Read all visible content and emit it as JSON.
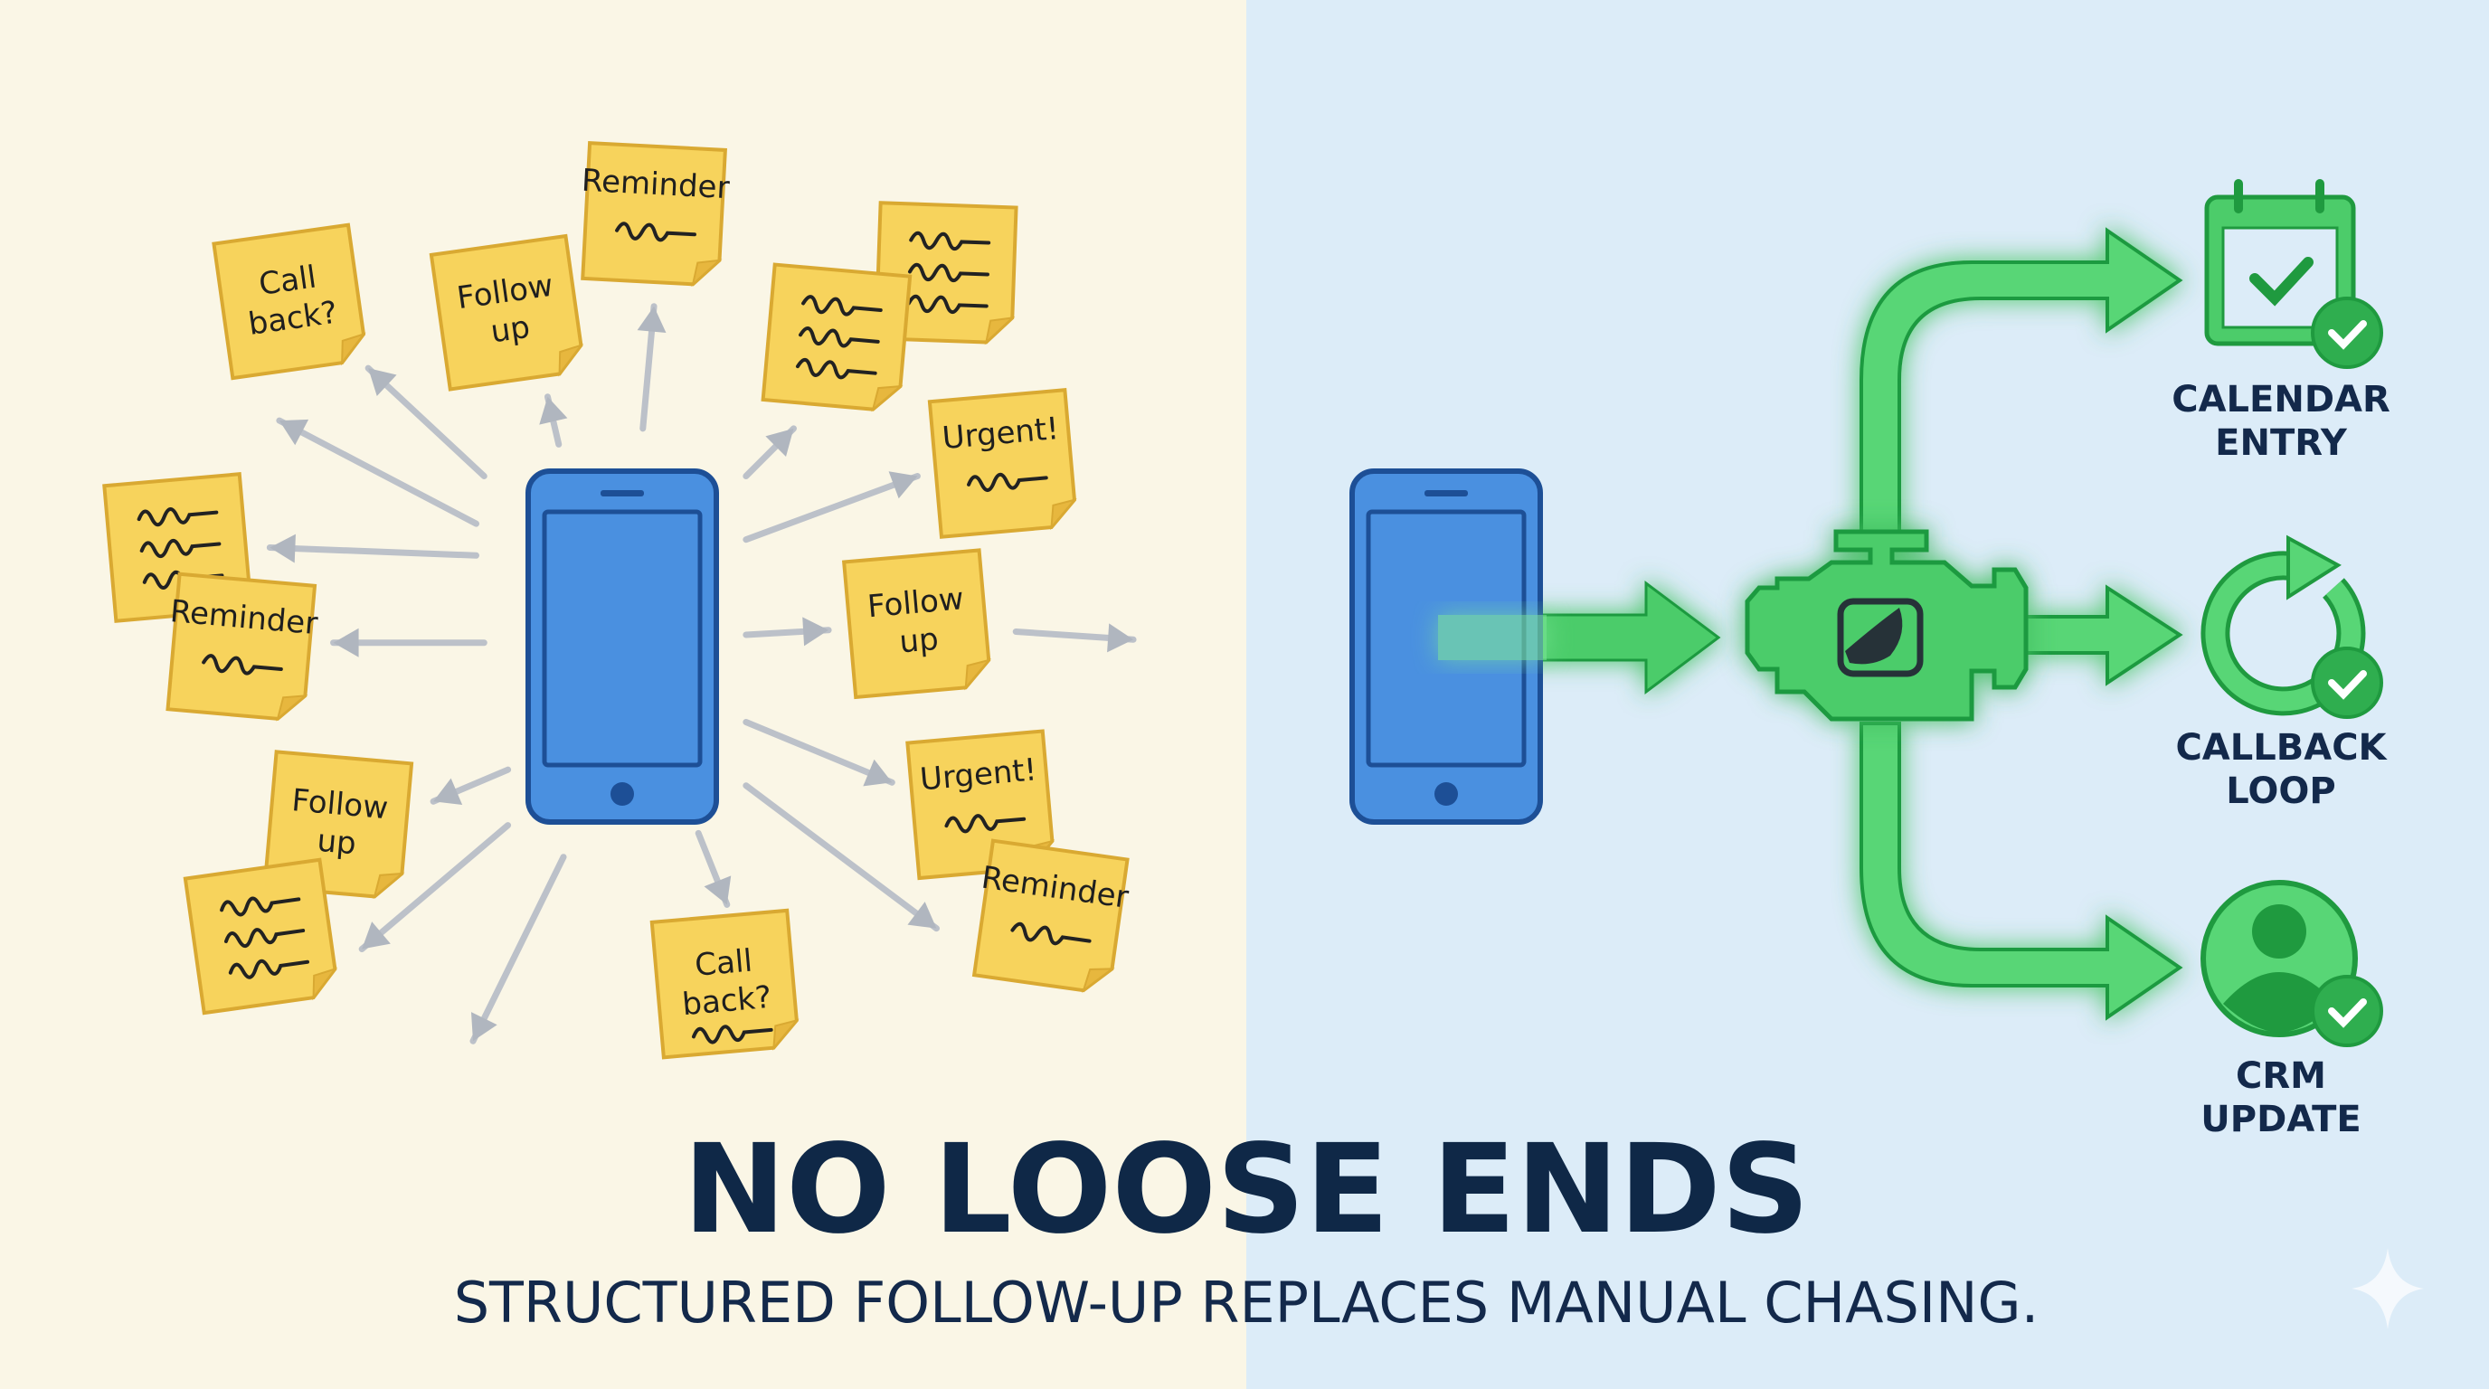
{
  "colors": {
    "left_bg": "#faf6e6",
    "right_bg": "#dcecf8",
    "note": "#f7d35c",
    "note_border": "#d9a932",
    "phone": "#4a90e0",
    "phone_border": "#1d4f96",
    "green": "#4ccc6a",
    "green_dark": "#1f9a3f",
    "navy": "#0f2847",
    "arrow_gray": "#b9bec6"
  },
  "left_panel": {
    "notes": [
      {
        "lines": [
          "Call",
          "back?"
        ],
        "scribble": false
      },
      {
        "lines": [
          "Follow",
          "up"
        ],
        "scribble": false
      },
      {
        "lines": [
          "Reminder"
        ],
        "scribble": true
      },
      {
        "lines": [],
        "scribble": true
      },
      {
        "lines": [],
        "scribble": true
      },
      {
        "lines": [
          "Urgent!"
        ],
        "scribble": true
      },
      {
        "lines": [],
        "scribble": true
      },
      {
        "lines": [
          "Reminder"
        ],
        "scribble": true
      },
      {
        "lines": [
          "Follow",
          "up"
        ],
        "scribble": false
      },
      {
        "lines": [
          "Urgent!"
        ],
        "scribble": true
      },
      {
        "lines": [
          "Follow",
          "up"
        ],
        "scribble": false
      },
      {
        "lines": [],
        "scribble": true
      },
      {
        "lines": [
          "Reminder"
        ],
        "scribble": true
      },
      {
        "lines": [
          "Call",
          "back?"
        ],
        "scribble": true
      }
    ]
  },
  "right_panel": {
    "engine_icon": "engine-bird-logo-icon",
    "outputs": [
      {
        "icon": "calendar-check-icon",
        "line1": "CALENDAR",
        "line2": "ENTRY"
      },
      {
        "icon": "refresh-loop-icon",
        "line1": "CALLBACK",
        "line2": "LOOP"
      },
      {
        "icon": "user-profile-icon",
        "line1": "CRM",
        "line2": "UPDATE"
      }
    ]
  },
  "footer": {
    "title": "NO LOOSE ENDS",
    "subtitle": "STRUCTURED FOLLOW-UP REPLACES MANUAL CHASING."
  }
}
